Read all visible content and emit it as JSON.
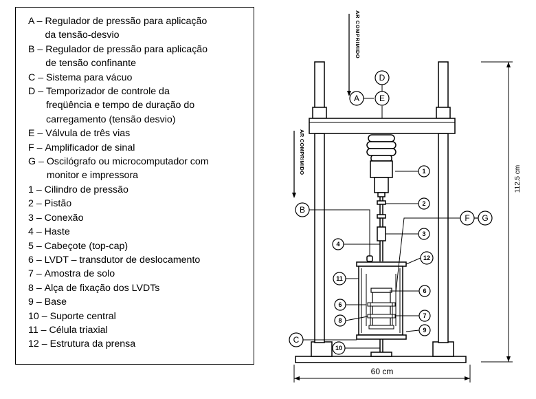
{
  "legend": [
    {
      "key": "A – ",
      "text": "Regulador de pressão para aplicação\n da  tensão-desvio"
    },
    {
      "key": "B – ",
      "text": "Regulador de pressão para aplicação\nde tensão confinante"
    },
    {
      "key": "C – ",
      "text": "Sistema para vácuo"
    },
    {
      "key": "D – ",
      "text": "Temporizador de controle da\nfreqüência e tempo de duração do\ncarregamento (tensão desvio)"
    },
    {
      "key": "E – ",
      "text": " Válvula de três vias"
    },
    {
      "key": "F – ",
      "text": " Amplificador de sinal"
    },
    {
      "key": "G – ",
      "text": "Oscilógrafo ou microcomputador com\nmonitor e impressora"
    },
    {
      "key": "1 – ",
      "text": " Cilindro de pressão"
    },
    {
      "key": "2 – ",
      "text": " Pistão"
    },
    {
      "key": "3 – ",
      "text": " Conexão"
    },
    {
      "key": "4 – ",
      "text": " Haste"
    },
    {
      "key": "5 – ",
      "text": " Cabeçote (top-cap)"
    },
    {
      "key": "6 – ",
      "text": " LVDT – transdutor de deslocamento"
    },
    {
      "key": "7 – ",
      "text": " Amostra de solo"
    },
    {
      "key": "8 – ",
      "text": " Alça de fixação dos LVDTs"
    },
    {
      "key": "9 – ",
      "text": " Base"
    },
    {
      "key": "10 – ",
      "text": "Suporte central"
    },
    {
      "key": "11 – ",
      "text": "Célula triaxial"
    },
    {
      "key": "12 – ",
      "text": "Estrutura da prensa"
    }
  ],
  "diagram": {
    "air_top": "AR COMPRIMIDO",
    "air_left": "AR COMPRIMIDO",
    "letters": {
      "A": "A",
      "B": "B",
      "C": "C",
      "D": "D",
      "E": "E",
      "F": "F",
      "G": "G"
    },
    "numbers": {
      "n1": "1",
      "n2": "2",
      "n3": "3",
      "n4": "4",
      "n6a": "6",
      "n6b": "6",
      "n7": "7",
      "n8": "8",
      "n9": "9",
      "n10": "10",
      "n11": "11",
      "n12": "12"
    },
    "height_dim": "112.5 cm",
    "width_dim": "60 cm"
  }
}
